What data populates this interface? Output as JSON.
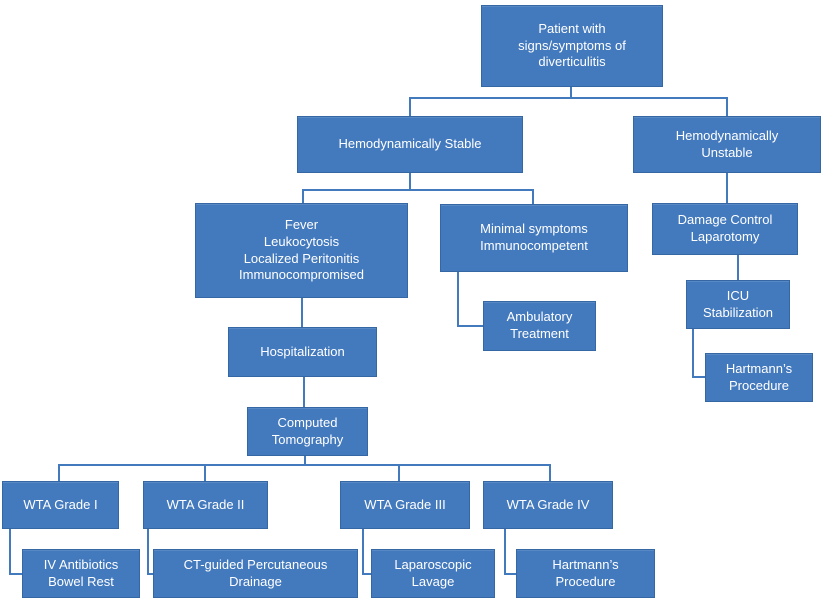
{
  "figure": {
    "type": "flowchart",
    "background": "#ffffff",
    "colors": {
      "node_fill": "#4379bd",
      "node_border": "#3567a5",
      "connector": "#4379bd",
      "text": "#ffffff"
    },
    "nodes": {
      "patient": {
        "label": "Patient with\nsigns/symptoms of\ndiverticulitis"
      },
      "stable": {
        "label": "Hemodynamically Stable"
      },
      "unstable": {
        "label": "Hemodynamically\nUnstable"
      },
      "fever": {
        "label": "Fever\nLeukocytosis\nLocalized Peritonitis\nImmunocompromised"
      },
      "minimal": {
        "label": "Minimal symptoms\nImmunocompetent"
      },
      "damage_control": {
        "label": "Damage Control\nLaparotomy"
      },
      "ambulatory": {
        "label": "Ambulatory\nTreatment"
      },
      "icu": {
        "label": "ICU\nStabilization"
      },
      "hartmann_right": {
        "label": "Hartmann’s\nProcedure"
      },
      "hospitalization": {
        "label": "Hospitalization"
      },
      "computed_tomography": {
        "label": "Computed\nTomography"
      },
      "wta_grade_1": {
        "label": "WTA Grade I"
      },
      "wta_grade_2": {
        "label": "WTA Grade II"
      },
      "wta_grade_3": {
        "label": "WTA Grade III"
      },
      "wta_grade_4": {
        "label": "WTA Grade IV"
      },
      "iv_antibiotics": {
        "label": "IV Antibiotics\nBowel Rest"
      },
      "ct_drainage": {
        "label": "CT-guided Percutaneous\nDrainage"
      },
      "lavage": {
        "label": "Laparoscopic\nLavage"
      },
      "hartmann_bottom": {
        "label": "Hartmann’s\nProcedure"
      }
    },
    "edges": [
      {
        "from": "patient",
        "to": "stable"
      },
      {
        "from": "patient",
        "to": "unstable"
      },
      {
        "from": "stable",
        "to": "fever"
      },
      {
        "from": "stable",
        "to": "minimal"
      },
      {
        "from": "minimal",
        "to": "ambulatory"
      },
      {
        "from": "fever",
        "to": "hospitalization"
      },
      {
        "from": "hospitalization",
        "to": "computed_tomography"
      },
      {
        "from": "computed_tomography",
        "to": "wta_grade_1"
      },
      {
        "from": "computed_tomography",
        "to": "wta_grade_2"
      },
      {
        "from": "computed_tomography",
        "to": "wta_grade_3"
      },
      {
        "from": "computed_tomography",
        "to": "wta_grade_4"
      },
      {
        "from": "wta_grade_1",
        "to": "iv_antibiotics"
      },
      {
        "from": "wta_grade_2",
        "to": "ct_drainage"
      },
      {
        "from": "wta_grade_3",
        "to": "lavage"
      },
      {
        "from": "wta_grade_4",
        "to": "hartmann_bottom"
      },
      {
        "from": "unstable",
        "to": "damage_control"
      },
      {
        "from": "damage_control",
        "to": "icu"
      },
      {
        "from": "icu",
        "to": "hartmann_right"
      }
    ]
  }
}
